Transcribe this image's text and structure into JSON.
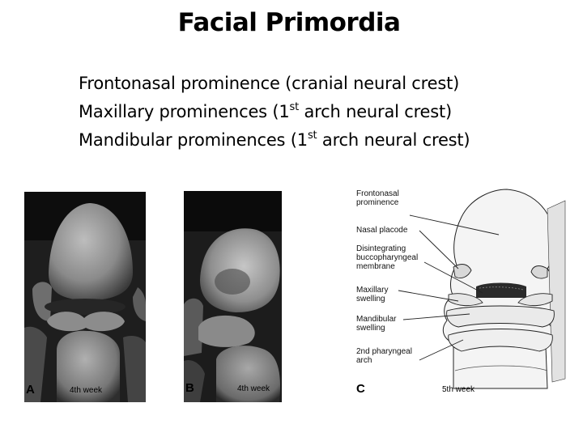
{
  "slide": {
    "title": "Facial Primordia",
    "bullets": [
      {
        "before": "Frontonasal prominence (cranial neural crest)",
        "sup": "",
        "after": ""
      },
      {
        "before": "Maxillary prominences (1",
        "sup": "st",
        "after": " arch neural crest)"
      },
      {
        "before": "Mandibular prominences (1",
        "sup": "st",
        "after": " arch neural crest)"
      }
    ]
  },
  "figure": {
    "panel_a": {
      "letter": "A",
      "caption": "4th week"
    },
    "panel_b": {
      "letter": "B",
      "caption": "4th week"
    },
    "panel_c": {
      "letter": "C",
      "caption": "5th week",
      "labels": {
        "frontonasal": "Frontonasal\nprominence",
        "nasal": "Nasal placode",
        "membrane": "Disintegrating\nbuccopharyngeal\nmembrane",
        "maxillary": "Maxillary\nswelling",
        "mandibular": "Mandibular\nswelling",
        "arch": "2nd pharyngeal\narch"
      }
    }
  }
}
